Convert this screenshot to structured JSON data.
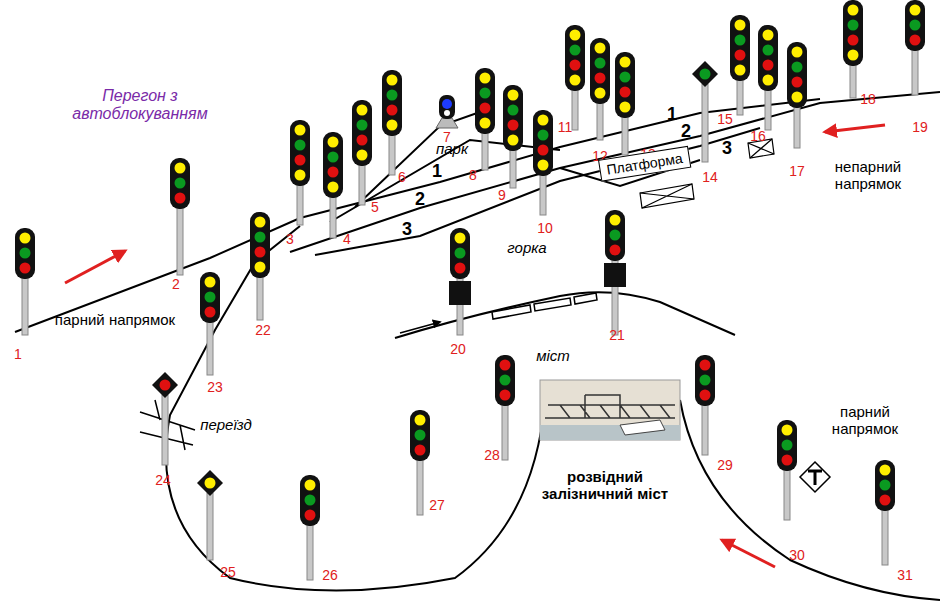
{
  "diagram": {
    "nodes": [
      {
        "text": [
          "Платформа"
        ]
      }
    ],
    "labels": [
      "Перегон з автоблокуванням",
      "парний напрямок",
      "непарний напрямок",
      "парк",
      "горка",
      "міст",
      "розвідний залізничний міст",
      "переїзд",
      "парний напрямок",
      "1",
      "2",
      "3",
      "1",
      "2",
      "3",
      "1",
      "2",
      "3",
      "4",
      "5",
      "6",
      "7",
      "8",
      "9",
      "10",
      "11",
      "12",
      "13",
      "14",
      "15",
      "16",
      "17",
      "18",
      "19",
      "20",
      "21",
      "22",
      "23",
      "24",
      "25",
      "26",
      "27",
      "28",
      "29",
      "30",
      "31"
    ]
  }
}
